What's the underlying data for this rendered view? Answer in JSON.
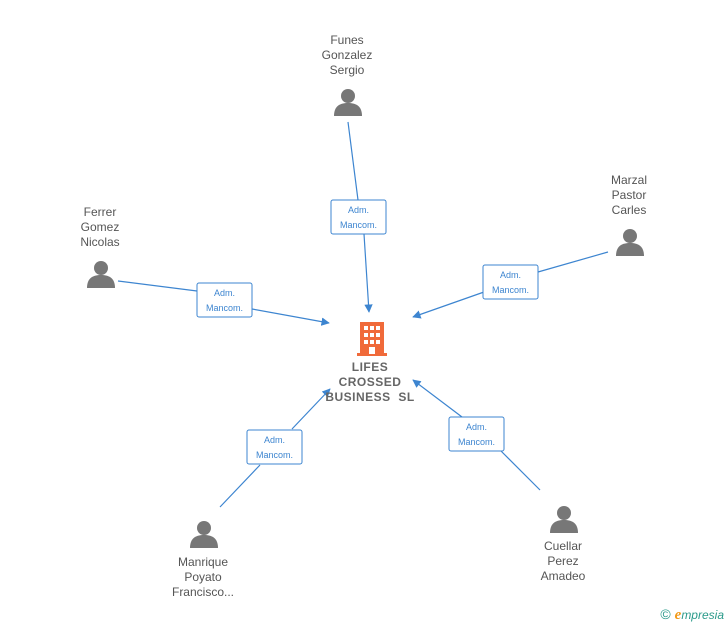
{
  "company": {
    "name_lines": [
      "LIFES",
      "CROSSED",
      "BUSINESS  SL"
    ],
    "icon": "building-icon",
    "color": "#f06a3a"
  },
  "people": [
    {
      "id": "funes",
      "name_lines": [
        "Funes",
        "Gonzalez",
        "Sergio"
      ],
      "icon": "person-icon"
    },
    {
      "id": "marzal",
      "name_lines": [
        "Marzal",
        "Pastor",
        "Carles"
      ],
      "icon": "person-icon"
    },
    {
      "id": "ferrer",
      "name_lines": [
        "Ferrer",
        "Gomez",
        "Nicolas"
      ],
      "icon": "person-icon"
    },
    {
      "id": "manrique",
      "name_lines": [
        "Manrique",
        "Poyato",
        "Francisco..."
      ],
      "icon": "person-icon"
    },
    {
      "id": "cuellar",
      "name_lines": [
        "Cuellar",
        "Perez",
        "Amadeo"
      ],
      "icon": "person-icon"
    }
  ],
  "relations": [
    {
      "from": "funes",
      "label_lines": [
        "Adm.",
        "Mancom."
      ]
    },
    {
      "from": "marzal",
      "label_lines": [
        "Adm.",
        "Mancom."
      ]
    },
    {
      "from": "ferrer",
      "label_lines": [
        "Adm.",
        "Mancom."
      ]
    },
    {
      "from": "manrique",
      "label_lines": [
        "Adm.",
        "Mancom."
      ]
    },
    {
      "from": "cuellar",
      "label_lines": [
        "Adm.",
        "Mancom."
      ]
    }
  ],
  "colors": {
    "edge": "#3d85d0",
    "person": "#777777",
    "label": "#555555"
  },
  "watermark": {
    "copyright": "©",
    "brand_initial": "e",
    "brand_rest": "mpresia"
  }
}
